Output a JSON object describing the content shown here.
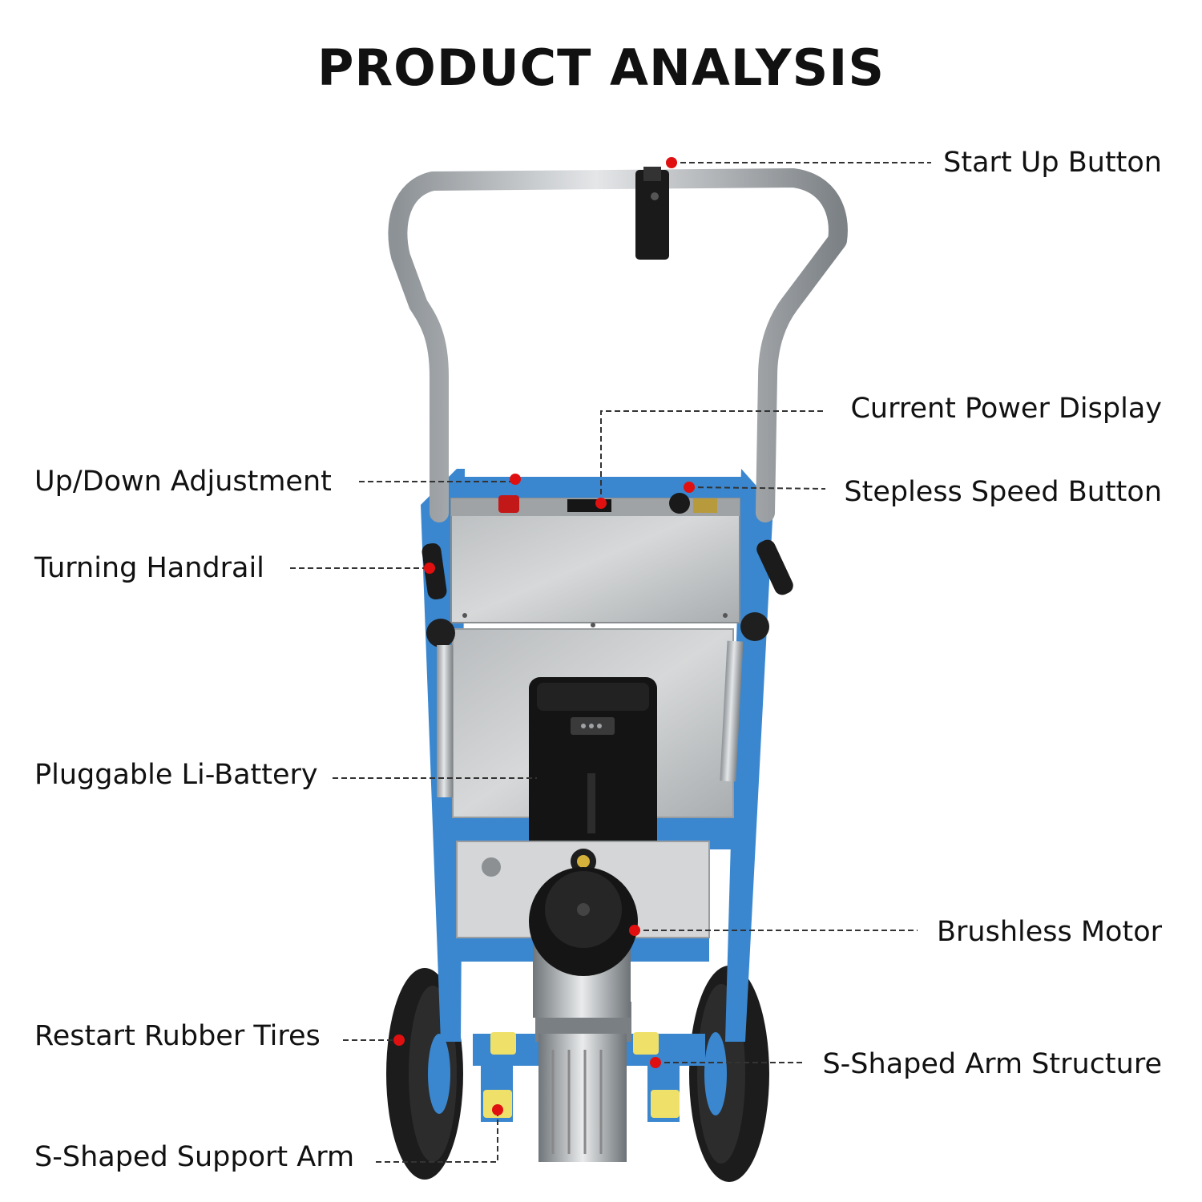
{
  "title": "PRODUCT ANALYSIS",
  "labels": {
    "start_up_button": "Start Up Button",
    "current_power_display": "Current Power Display",
    "stepless_speed_button": "Stepless Speed Button",
    "up_down_adjustment": "Up/Down Adjustment",
    "turning_handrail": "Turning Handrail",
    "pluggable_li_battery": "Pluggable Li-Battery",
    "brushless_motor": "Brushless Motor",
    "restart_rubber_tires": "Restart Rubber Tires",
    "s_shaped_arm_structure": "S-Shaped Arm Structure",
    "s_shaped_support_arm": "S-Shaped Support Arm"
  },
  "colors": {
    "frame_blue": "#3a87d0",
    "marker_red": "#e01010",
    "handle_steel": "#b8bcc0",
    "panel_steel": "#c9cbcc",
    "tire_black": "#1c1c1c",
    "support_yellow": "#efe06a"
  }
}
